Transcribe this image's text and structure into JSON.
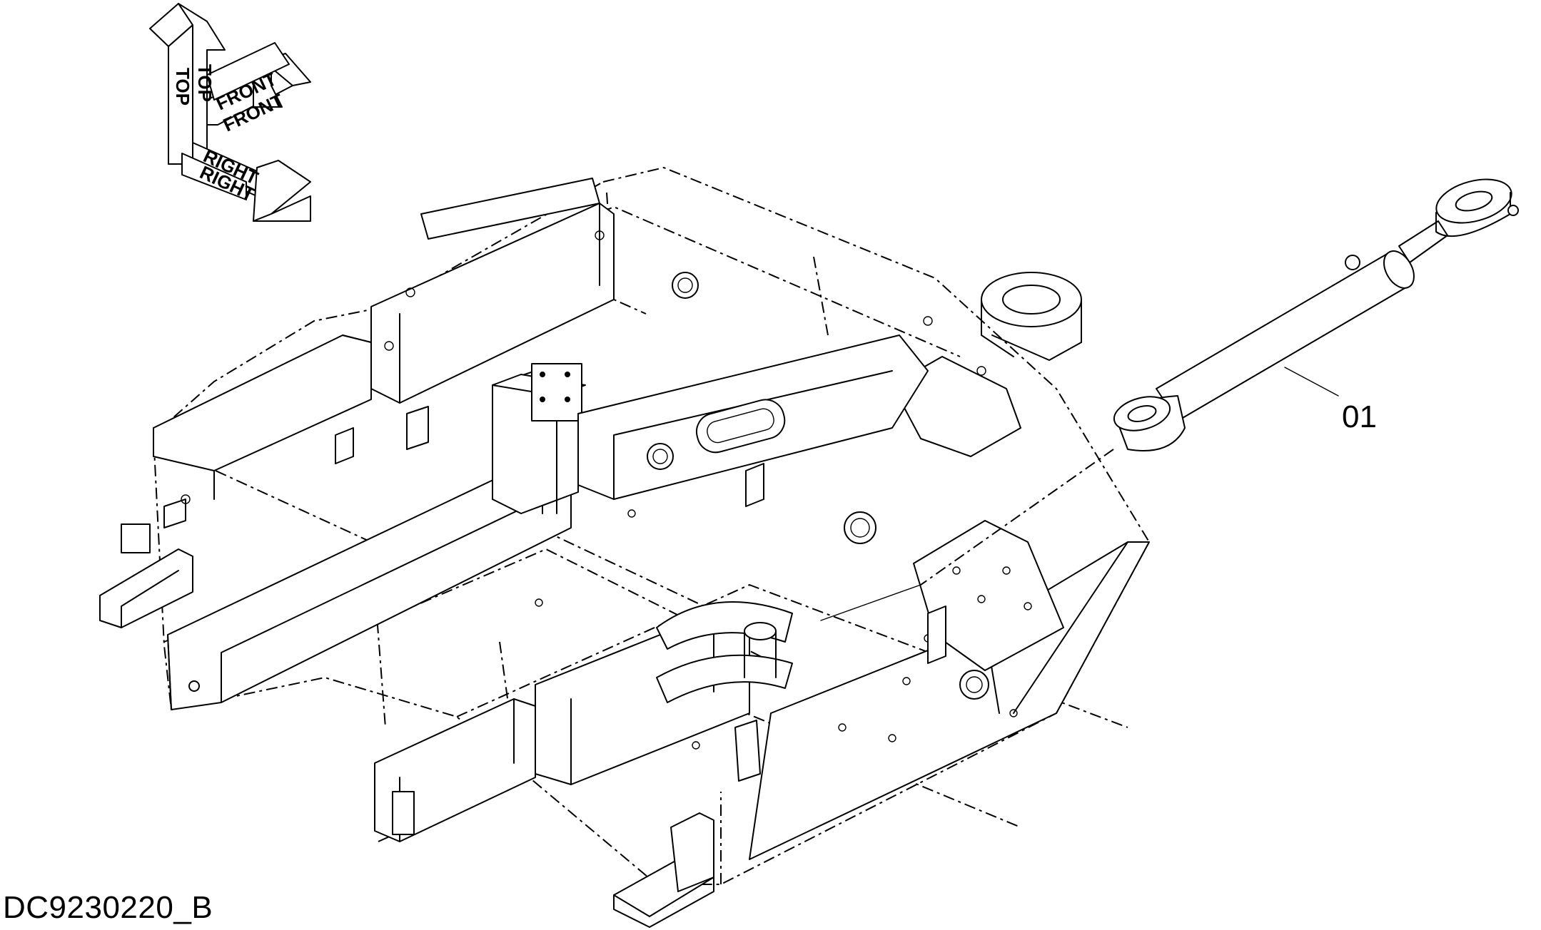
{
  "orientation_indicator": {
    "top_label": "TOP",
    "front_label": "FRONT",
    "right_label": "RIGHT"
  },
  "callouts": [
    {
      "id": "01"
    }
  ],
  "drawing_number": "DC9230220_B"
}
